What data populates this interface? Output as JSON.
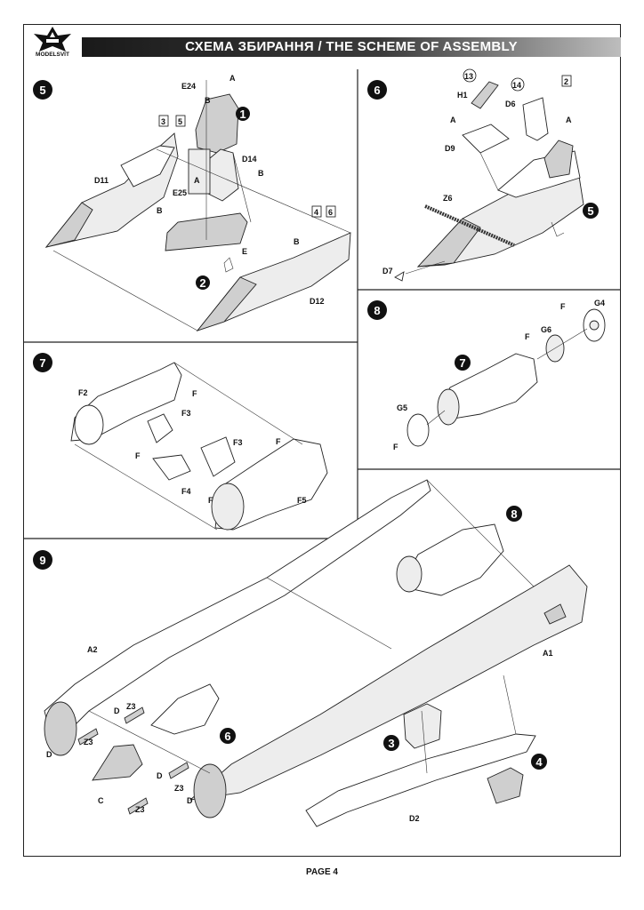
{
  "header": {
    "title": "СХЕМА ЗБИРАННЯ / THE SCHEME OF ASSEMBLY",
    "logo_text": "MODELSVIT"
  },
  "page_label": "PAGE 4",
  "steps": {
    "s5": {
      "number": "5",
      "labels": {
        "e24": "E24",
        "d11": "D11",
        "e25": "E25",
        "d14": "D14",
        "d12": "D12"
      },
      "glue": {
        "a1": "A",
        "b1": "B",
        "b2": "B",
        "b3": "B",
        "a2": "A",
        "e": "E",
        "b4": "B"
      },
      "refs": {
        "r3": "3",
        "r5": "5",
        "r4": "4",
        "r6": "6"
      },
      "sub_steps": {
        "c1": "1",
        "c2": "2"
      }
    },
    "s6": {
      "number": "6",
      "labels": {
        "h1": "H1",
        "d6": "D6",
        "d9": "D9",
        "z6": "Z6",
        "d7": "D7"
      },
      "glue": {
        "a1": "A",
        "a2": "A"
      },
      "refs": {
        "r13": "13",
        "r14": "14",
        "r2": "2"
      },
      "sub_steps": {
        "c5": "5"
      }
    },
    "s7": {
      "number": "7",
      "labels": {
        "f2": "F2",
        "f3a": "F3",
        "f3b": "F3",
        "f4": "F4",
        "f5": "F5"
      },
      "glue": {
        "f1": "F",
        "f2": "F",
        "f3": "F",
        "f4": "F"
      }
    },
    "s8": {
      "number": "8",
      "labels": {
        "g4": "G4",
        "g6": "G6",
        "g5": "G5"
      },
      "glue": {
        "f1": "F",
        "f2": "F",
        "f3": "F"
      },
      "sub_steps": {
        "c7": "7"
      }
    },
    "s9": {
      "number": "9",
      "labels": {
        "a2": "A2",
        "a1": "A1",
        "z3a": "Z3",
        "z3b": "Z3",
        "z3c": "Z3",
        "z3d": "Z3",
        "d2": "D2"
      },
      "glue": {
        "d1": "D",
        "d2": "D",
        "d3": "D",
        "d4": "D",
        "c": "C"
      },
      "sub_steps": {
        "c8": "8",
        "c6": "6",
        "c3": "3",
        "c4": "4"
      }
    }
  }
}
